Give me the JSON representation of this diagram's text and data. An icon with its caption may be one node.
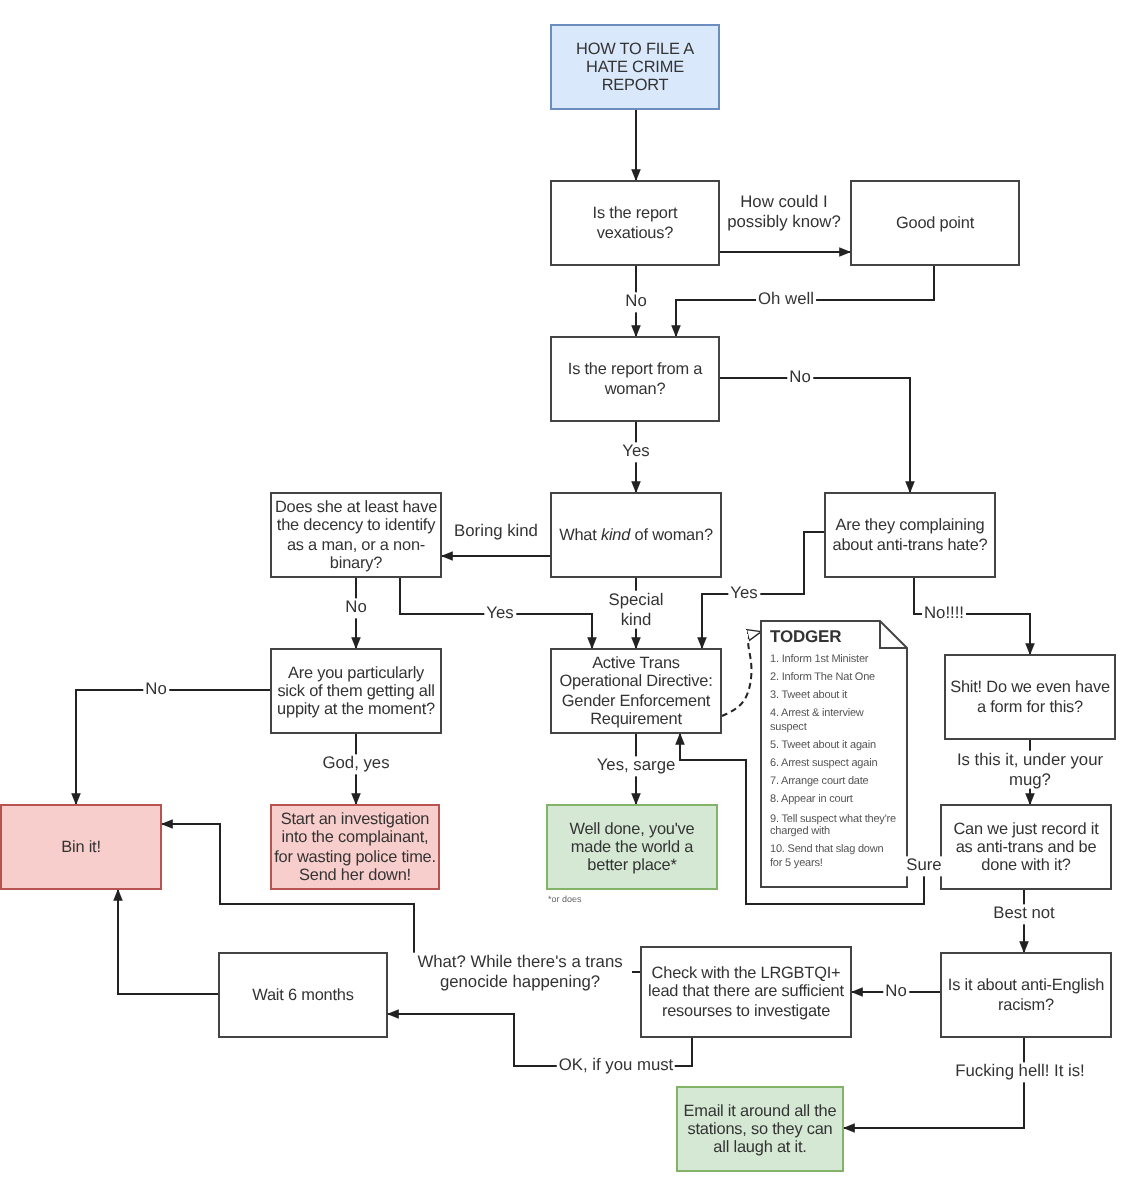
{
  "diagram": {
    "nodes": [
      {
        "text": [
          "HOW TO FILE A HATE CRIME REPORT"
        ]
      },
      {
        "text": [
          "Is the report vexatious?"
        ]
      },
      {
        "text": [
          "Good point"
        ]
      },
      {
        "text": [
          "Is the report from a woman?"
        ]
      },
      {
        "text": [
          "Does she at least have the decency to identify as a man, or a non-binary?"
        ]
      },
      {
        "text": [
          "What *kind* of woman?"
        ]
      },
      {
        "text": [
          "Are they complaining about anti-trans hate?"
        ]
      },
      {
        "text": [
          "Are you particularly sick of them getting all uppity at the moment?"
        ]
      },
      {
        "text": [
          "Active Trans Operational Directive: Gender Enforcement Requirement"
        ]
      },
      {
        "text": [
          "TODGER",
          "1. Inform 1st Minister",
          "2. Inform The Nat One",
          "3. Tweet about it",
          "4. Arrest & interview suspect",
          "5. Tweet about it again",
          "6. Arrest suspect again",
          "7. Arrange court date",
          "8. Appear in court",
          "9. Tell suspect what they're charged with",
          "10. Send that slag down for 5 years!"
        ]
      },
      {
        "text": [
          "Shit! Do we even have a form for this?"
        ]
      },
      {
        "text": [
          "Can we just record it as anti-trans and be done with it?"
        ]
      },
      {
        "text": [
          "Bin it!"
        ]
      },
      {
        "text": [
          "Start an investigation into the complainant, for wasting police time. Send her down!"
        ]
      },
      {
        "text": [
          "Well done, you've made the world a better place*"
        ],
        "beside": [
          "*or does"
        ]
      },
      {
        "text": [
          "Wait 6 months"
        ]
      },
      {
        "text": [
          "Check with the LRGBTQI+ lead that there are sufficient resourses to investigate"
        ]
      },
      {
        "text": [
          "Is it about anti-English racism?"
        ]
      },
      {
        "text": [
          "Email it around all the stations, so they can all laugh at it."
        ]
      }
    ],
    "edges": [
      {
        "from": 0,
        "to": 1,
        "arrow": "to"
      },
      {
        "from": 1,
        "to": 2,
        "arrow": "to",
        "label": "How could I possibly know?"
      },
      {
        "from": 1,
        "to": 3,
        "arrow": "to",
        "label": "No"
      },
      {
        "from": 2,
        "to": 3,
        "arrow": "to",
        "label": "Oh well"
      },
      {
        "from": 3,
        "to": 6,
        "arrow": "to",
        "label": "No"
      },
      {
        "from": 3,
        "to": 5,
        "arrow": "to",
        "label": "Yes"
      },
      {
        "from": 5,
        "to": 4,
        "arrow": "to",
        "label": "Boring kind"
      },
      {
        "from": 5,
        "to": 8,
        "arrow": "to",
        "label": "Special kind"
      },
      {
        "from": 4,
        "to": 7,
        "arrow": "to",
        "label": "No"
      },
      {
        "from": 4,
        "to": 8,
        "arrow": "to",
        "label": "Yes"
      },
      {
        "from": 6,
        "to": 8,
        "arrow": "to",
        "label": "Yes"
      },
      {
        "from": 6,
        "to": 10,
        "arrow": "to",
        "label": "No!!!!"
      },
      {
        "from": 7,
        "to": 12,
        "arrow": "to",
        "label": "No"
      },
      {
        "from": 7,
        "to": 13,
        "arrow": "to",
        "label": "God, yes"
      },
      {
        "from": 8,
        "to": 14,
        "arrow": "to",
        "label": "Yes, sarge"
      },
      {
        "from": 8,
        "to": 9,
        "arrow": "to",
        "style": "dashed"
      },
      {
        "from": 10,
        "to": 11,
        "arrow": "to",
        "label": "Is this it, under your mug?"
      },
      {
        "from": 11,
        "to": 8,
        "arrow": "to",
        "label": "Sure"
      },
      {
        "from": 11,
        "to": 17,
        "arrow": "to",
        "label": "Best not"
      },
      {
        "from": 17,
        "to": 16,
        "arrow": "to",
        "label": "No"
      },
      {
        "from": 17,
        "to": 18,
        "arrow": "to",
        "label": "Fucking hell! It is!"
      },
      {
        "from": 16,
        "to": 12,
        "arrow": "to",
        "label": "What? While there's a trans genocide happening?"
      },
      {
        "from": 16,
        "to": 15,
        "arrow": "to",
        "label": "OK, if you must"
      },
      {
        "from": 15,
        "to": 12,
        "arrow": "to"
      }
    ]
  }
}
